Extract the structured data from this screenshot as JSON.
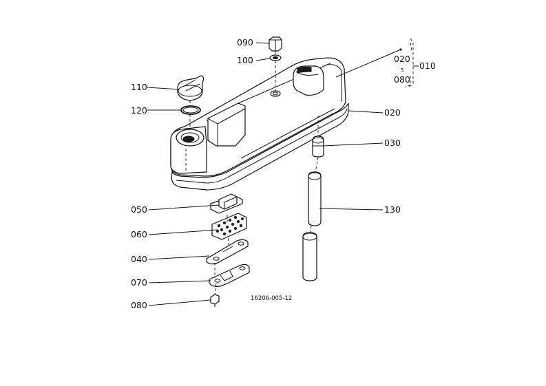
{
  "diagram": {
    "callouts": [
      {
        "id": "c090",
        "text": "090"
      },
      {
        "id": "c100",
        "text": "100"
      },
      {
        "id": "c110",
        "text": "110"
      },
      {
        "id": "c120",
        "text": "120"
      },
      {
        "id": "c020",
        "text": "020"
      },
      {
        "id": "c030",
        "text": "030"
      },
      {
        "id": "c130",
        "text": "130"
      },
      {
        "id": "c050",
        "text": "050"
      },
      {
        "id": "c060",
        "text": "060"
      },
      {
        "id": "c040",
        "text": "040"
      },
      {
        "id": "c070",
        "text": "070"
      },
      {
        "id": "c080",
        "text": "080"
      }
    ],
    "group": {
      "from": "020",
      "tilde": "s",
      "to": "080",
      "assembly": "010"
    },
    "figure_code": "16206-005-12"
  }
}
